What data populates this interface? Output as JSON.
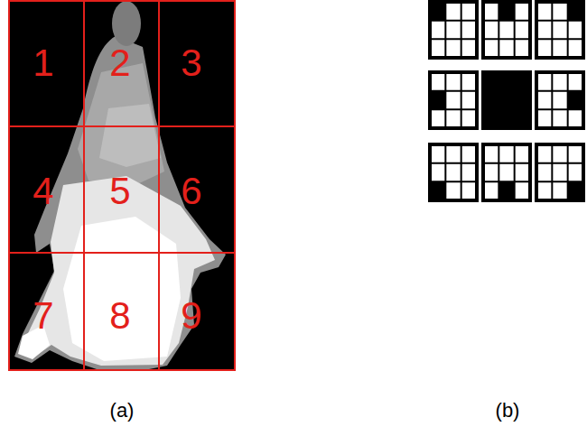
{
  "diagram": {
    "labels": [
      "1",
      "2",
      "3",
      "4",
      "5",
      "6",
      "7",
      "8",
      "9",
      "(a)",
      "(b)"
    ]
  }
}
